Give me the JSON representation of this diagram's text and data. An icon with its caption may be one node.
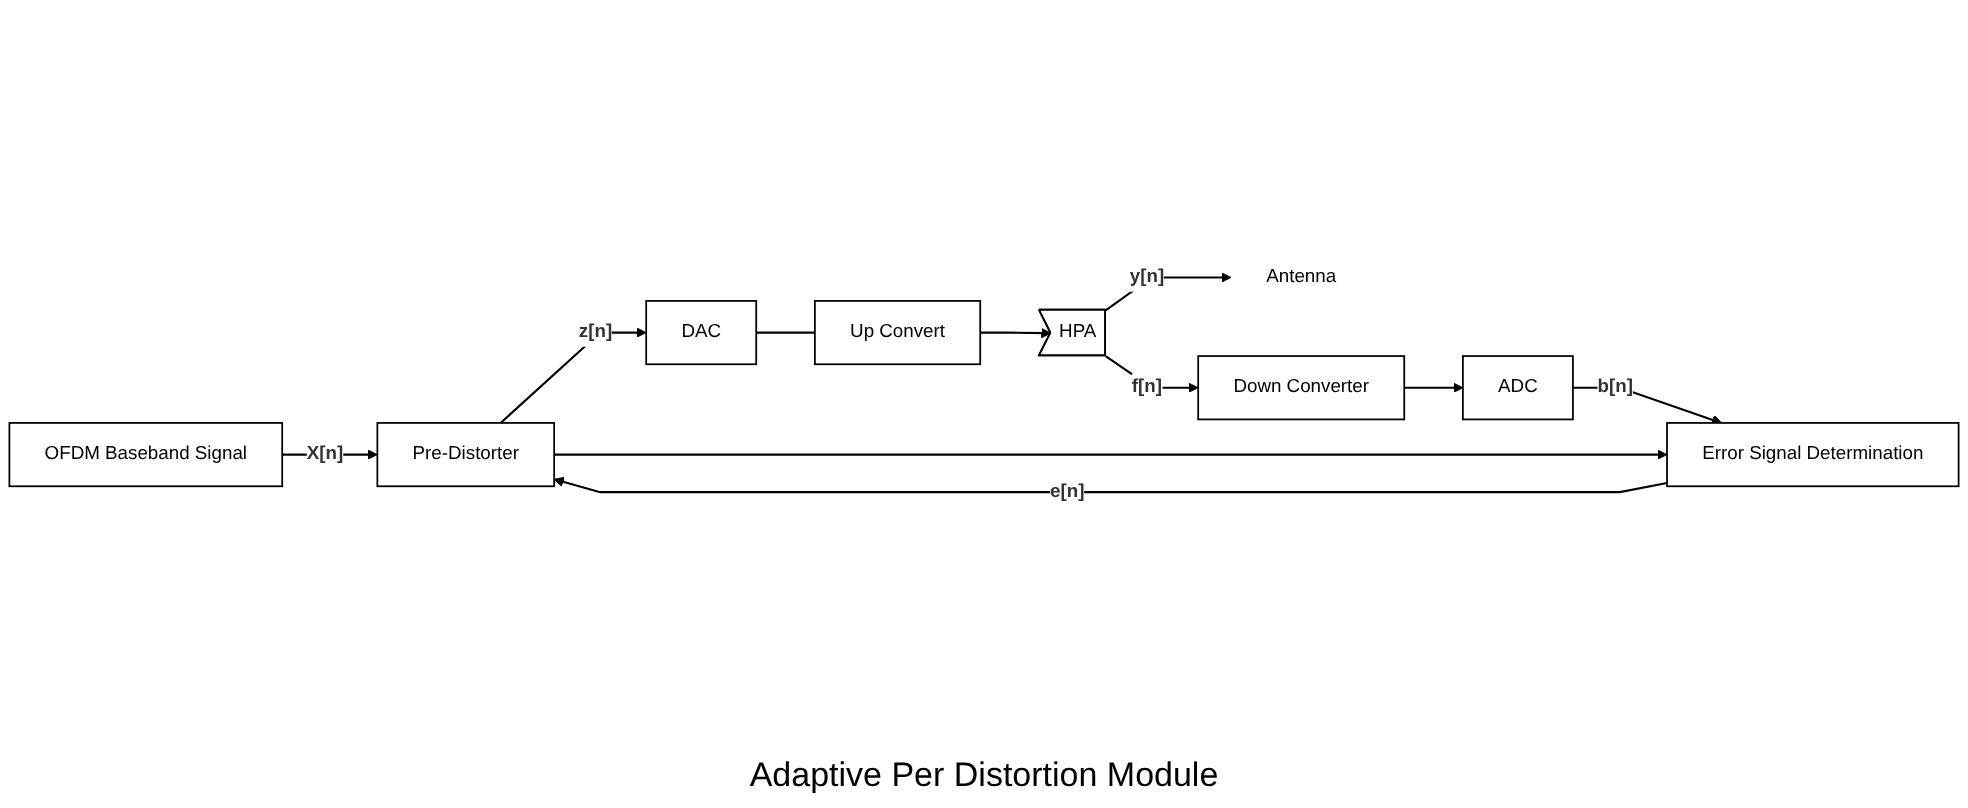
{
  "diagram": {
    "caption": "Adaptive Per Distortion Module",
    "nodes": [
      {
        "text": [
          "OFDM Baseband Signal"
        ]
      },
      {
        "text": [
          "Pre-Distorter"
        ]
      },
      {
        "text": [
          "DAC"
        ]
      },
      {
        "text": [
          "Up Convert"
        ]
      },
      {
        "text": [
          "HPA"
        ]
      },
      {
        "text": [
          "Antenna"
        ]
      },
      {
        "text": [
          "Down Converter"
        ]
      },
      {
        "text": [
          "ADC"
        ]
      },
      {
        "text": [
          "Error Signal Determination"
        ]
      }
    ],
    "edges": [
      {
        "from": 0,
        "to": 1,
        "arrow": "to",
        "label": "X[n]"
      },
      {
        "from": 1,
        "to": 2,
        "arrow": "to",
        "label": "z[n]"
      },
      {
        "from": 1,
        "to": 8,
        "arrow": "to"
      },
      {
        "from": 2,
        "to": 3,
        "arrow": "none"
      },
      {
        "from": 3,
        "to": 4,
        "arrow": "to"
      },
      {
        "from": 4,
        "to": 5,
        "arrow": "to",
        "label": "y[n]"
      },
      {
        "from": 4,
        "to": 6,
        "arrow": "to",
        "label": "f[n]"
      },
      {
        "from": 6,
        "to": 7,
        "arrow": "to"
      },
      {
        "from": 7,
        "to": 8,
        "arrow": "to",
        "label": "b[n]"
      },
      {
        "from": 8,
        "to": 1,
        "arrow": "to",
        "label": "e[n]"
      }
    ]
  }
}
